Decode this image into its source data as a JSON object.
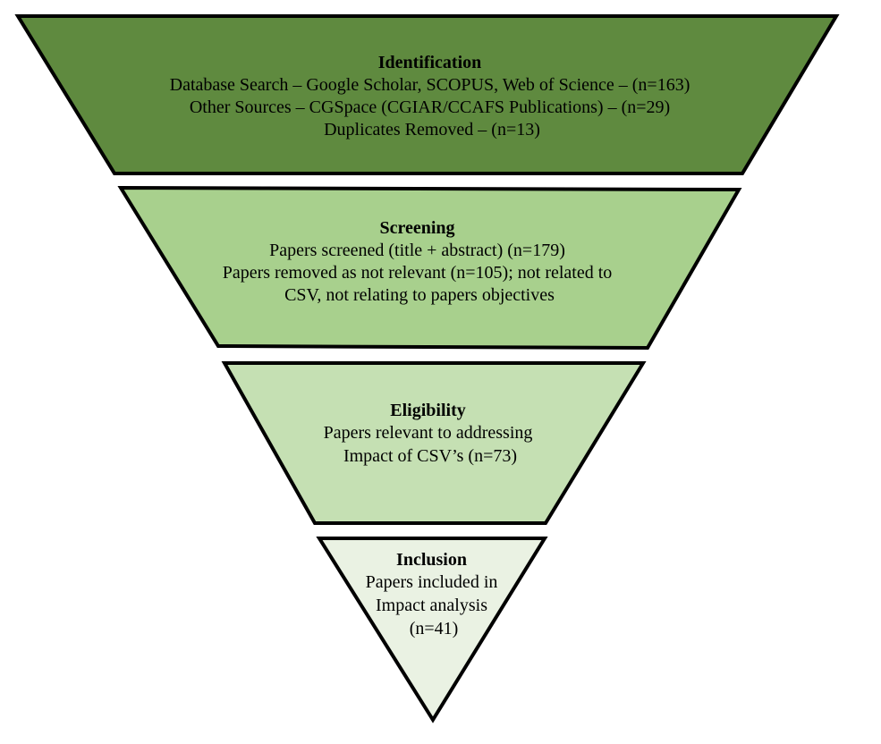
{
  "stages": [
    {
      "title": "Identification",
      "lines": [
        "Database Search – Google Scholar, SCOPUS, Web of Science – (n=163)",
        "Other Sources – CGSpace (CGIAR/CCAFS Publications) – (n=29)",
        "Duplicates Removed – (n=13)"
      ],
      "fill": "#5f8a3f"
    },
    {
      "title": "Screening",
      "lines": [
        "Papers screened (title + abstract) (n=179)",
        "Papers removed as not relevant (n=105); not related to",
        "CSV, not relating to papers objectives"
      ],
      "fill": "#a8d08d"
    },
    {
      "title": "Eligibility",
      "lines": [
        "Papers relevant to addressing",
        "Impact of CSV’s (n=73)"
      ],
      "fill": "#c5e0b3"
    },
    {
      "title": "Inclusion",
      "lines": [
        "Papers included in",
        "Impact analysis",
        "(n=41)"
      ],
      "fill": "#eaf2e3"
    }
  ]
}
